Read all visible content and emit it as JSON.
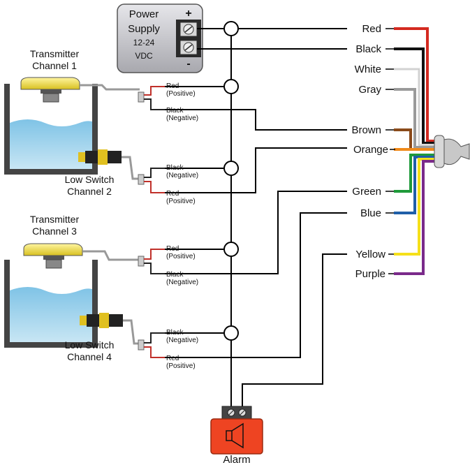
{
  "power_supply": {
    "line1": "Power",
    "line2": "Supply",
    "line3": "12-24",
    "line4": "VDC",
    "plus": "+",
    "minus": "-"
  },
  "sensors": [
    {
      "line1": "Transmitter",
      "line2": "Channel 1",
      "top_wire": "Red",
      "top_sub": "(Positive)",
      "bottom_wire": "Black",
      "bottom_sub": "(Negative)"
    },
    {
      "line1": "Low Switch",
      "line2": "Channel 2",
      "top_wire": "Black",
      "top_sub": "(Negative)",
      "bottom_wire": "Red",
      "bottom_sub": "(Positive)"
    },
    {
      "line1": "Transmitter",
      "line2": "Channel 3",
      "top_wire": "Red",
      "top_sub": "(Positive)",
      "bottom_wire": "Black",
      "bottom_sub": "(Negative)"
    },
    {
      "line1": "Low Switch",
      "line2": "Channel 4",
      "top_wire": "Black",
      "top_sub": "(Negative)",
      "bottom_wire": "Red",
      "bottom_sub": "(Positive)"
    }
  ],
  "wires": [
    {
      "name": "Red",
      "color": "#d42a20"
    },
    {
      "name": "Black",
      "color": "#111111"
    },
    {
      "name": "White",
      "color": "#f2f2f2"
    },
    {
      "name": "Gray",
      "color": "#9a9a9a"
    },
    {
      "name": "Brown",
      "color": "#8a4a1a"
    },
    {
      "name": "Orange",
      "color": "#f08a1a"
    },
    {
      "name": "Green",
      "color": "#1f9a3a"
    },
    {
      "name": "Blue",
      "color": "#1f5fa8"
    },
    {
      "name": "Yellow",
      "color": "#f5e01a"
    },
    {
      "name": "Purple",
      "color": "#7a2a8a"
    }
  ],
  "alarm": {
    "label": "Alarm",
    "color": "#ee4422"
  },
  "colors": {
    "water": "#9fd0ea",
    "tank": "#555555",
    "sensor_yellow": "#f0e040",
    "power_box": "#c8c8cc"
  },
  "icons": [
    "speaker-icon",
    "screw-terminal-icon",
    "cable-gland-icon"
  ]
}
